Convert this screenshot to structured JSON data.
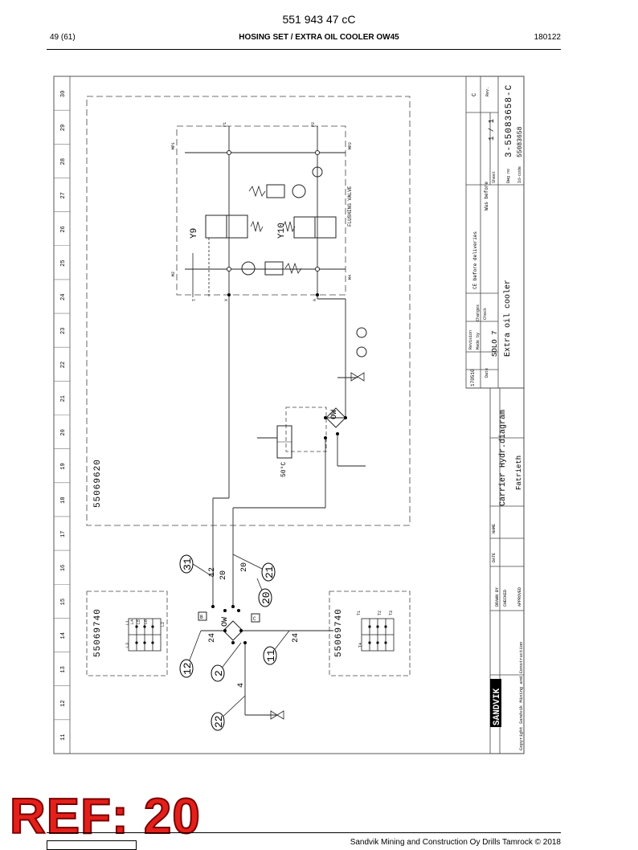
{
  "header": {
    "doc_number": "551 943 47 cC",
    "page": "49 (61)",
    "title": "HOSING SET / EXTRA OIL COOLER OW45",
    "date_code": "180122"
  },
  "drawing": {
    "grid_numbers": [
      "30",
      "29",
      "28",
      "27",
      "26",
      "25",
      "24",
      "23",
      "22",
      "21",
      "20",
      "19",
      "18",
      "17",
      "16",
      "15",
      "14",
      "13",
      "12",
      "11"
    ],
    "upper_module": "55069620",
    "left_module": "55069740",
    "right_module": "55069740",
    "cooler_label": "OW",
    "valve_y9": "Y9",
    "valve_y10": "Y10",
    "flushing_valve": "FLUSHING VALVE",
    "temp_setting": "50°C",
    "ports": {
      "p1": "P1",
      "p2": "P2",
      "mp1": "MP1",
      "mp2": "MP2",
      "m2": "M2",
      "m4": "M4",
      "t": "T",
      "x": "X",
      "a": "A",
      "b": "B",
      "c": "C",
      "l1": "L1",
      "l2": "L2",
      "l3": "L3",
      "l4": "L4",
      "l5": "L5",
      "l6": "L6",
      "t1": "T1",
      "t2": "T2",
      "t3": "T3",
      "t4": "T4"
    },
    "line_numbers": {
      "l12": "12",
      "l20a": "20",
      "l20b": "20",
      "l24a": "24",
      "l24b": "24",
      "l4": "4"
    },
    "callouts": {
      "c31": "31",
      "c21": "21",
      "c20": "20",
      "c12": "12",
      "c2": "2",
      "c11": "11",
      "c22": "22"
    }
  },
  "title_block": {
    "revision_letter": "C",
    "rev_label": "Rev.",
    "sheet_label": "Sheet",
    "sheet_value": "1 / 1",
    "drawing_label": "Dwg no",
    "drawing_number": "3-55083658-C",
    "id_label": "Id-code",
    "id_code": "55083658",
    "was_before": "Was before",
    "old_note": "CE before deliveries",
    "revision_label": "Revision",
    "changes_label": "Changes",
    "made_by": "Made by",
    "checked_label": "Check",
    "date_label": "Date",
    "date_value": "170510",
    "product": "SOLO 7",
    "description": "Extra oil cooler",
    "diagram_title": "Carrier Hydr.diagram",
    "designer": "Fatrieth",
    "drawn_by": "DRAWN BY",
    "checked_by": "CHECKED",
    "approved": "APPROVED",
    "date_col": "DATE",
    "name_col": "NAME",
    "brand": "SANDVIK",
    "copyright": "Copyright   Sandvik Mining and Construction"
  },
  "stamp": {
    "ref": "REF: 20"
  },
  "footer": {
    "text": "Sandvik Mining and Construction Oy Drills Tamrock © 2018"
  }
}
